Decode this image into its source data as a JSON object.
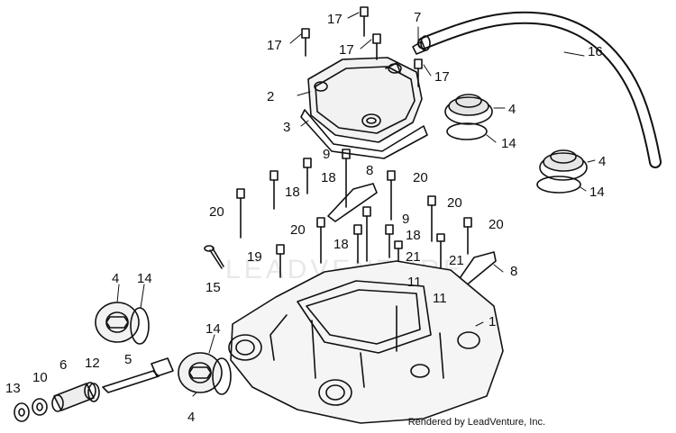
{
  "diagram": {
    "watermark": "LEADVENTURE",
    "credit": "Rendered by LeadVenture, Inc.",
    "callouts": [
      {
        "id": "c17a",
        "text": "17"
      },
      {
        "id": "c17b",
        "text": "17"
      },
      {
        "id": "c17c",
        "text": "17"
      },
      {
        "id": "c17d",
        "text": "17"
      },
      {
        "id": "c7",
        "text": "7"
      },
      {
        "id": "c16",
        "text": "16"
      },
      {
        "id": "c2",
        "text": "2"
      },
      {
        "id": "c3",
        "text": "3"
      },
      {
        "id": "c4a",
        "text": "4"
      },
      {
        "id": "c14a",
        "text": "14"
      },
      {
        "id": "c4b",
        "text": "4"
      },
      {
        "id": "c14b",
        "text": "14"
      },
      {
        "id": "c9a",
        "text": "9"
      },
      {
        "id": "c18a",
        "text": "18"
      },
      {
        "id": "c8a",
        "text": "8"
      },
      {
        "id": "c20a",
        "text": "20"
      },
      {
        "id": "c18b",
        "text": "18"
      },
      {
        "id": "c20b",
        "text": "20"
      },
      {
        "id": "c20c",
        "text": "20"
      },
      {
        "id": "c9b",
        "text": "9"
      },
      {
        "id": "c20d",
        "text": "20"
      },
      {
        "id": "c20e",
        "text": "20"
      },
      {
        "id": "c18c",
        "text": "18"
      },
      {
        "id": "c18d",
        "text": "18"
      },
      {
        "id": "c21a",
        "text": "21"
      },
      {
        "id": "c21b",
        "text": "21"
      },
      {
        "id": "c19",
        "text": "19"
      },
      {
        "id": "c8b",
        "text": "8"
      },
      {
        "id": "c15",
        "text": "15"
      },
      {
        "id": "c11a",
        "text": "11"
      },
      {
        "id": "c11b",
        "text": "11"
      },
      {
        "id": "c1",
        "text": "1"
      },
      {
        "id": "c4c",
        "text": "4"
      },
      {
        "id": "c14c",
        "text": "14"
      },
      {
        "id": "c14d",
        "text": "14"
      },
      {
        "id": "c5",
        "text": "5"
      },
      {
        "id": "c6",
        "text": "6"
      },
      {
        "id": "c12",
        "text": "12"
      },
      {
        "id": "c10",
        "text": "10"
      },
      {
        "id": "c13",
        "text": "13"
      },
      {
        "id": "c4d",
        "text": "4"
      }
    ]
  }
}
